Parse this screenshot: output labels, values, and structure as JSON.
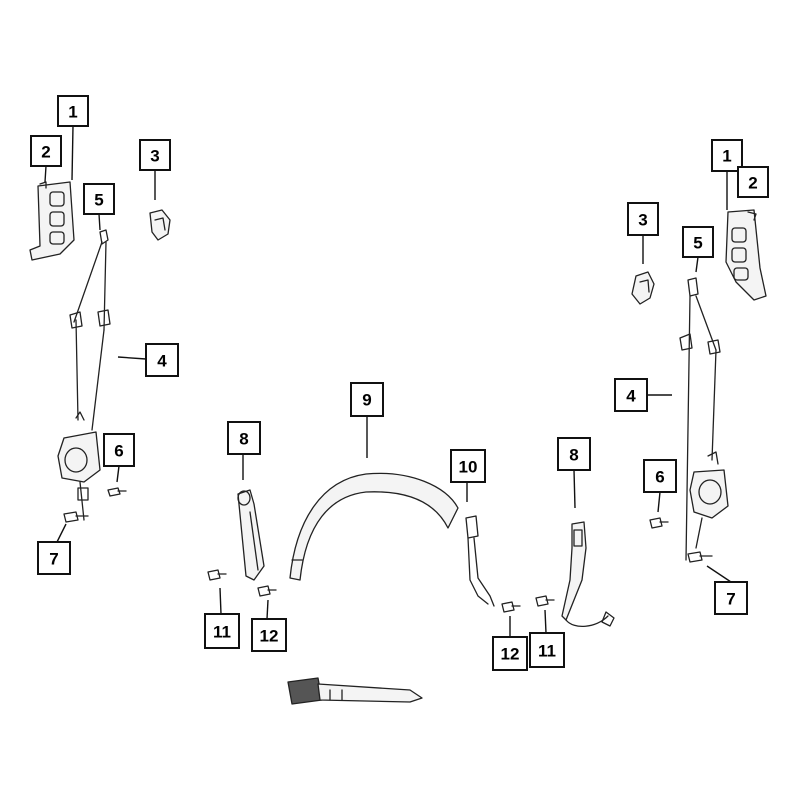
{
  "callouts": [
    {
      "id": "c1-left",
      "label": "1"
    },
    {
      "id": "c2-left",
      "label": "2"
    },
    {
      "id": "c3-left",
      "label": "3"
    },
    {
      "id": "c5-left",
      "label": "5"
    },
    {
      "id": "c4-left",
      "label": "4"
    },
    {
      "id": "c6-left",
      "label": "6"
    },
    {
      "id": "c7-left",
      "label": "7"
    },
    {
      "id": "c8-center-left",
      "label": "8"
    },
    {
      "id": "c9-center",
      "label": "9"
    },
    {
      "id": "c10-center",
      "label": "10"
    },
    {
      "id": "c8-center-right",
      "label": "8"
    },
    {
      "id": "c11-center-left",
      "label": "11"
    },
    {
      "id": "c12-center-left",
      "label": "12"
    },
    {
      "id": "c12-center-right",
      "label": "12"
    },
    {
      "id": "c11-center-right",
      "label": "11"
    },
    {
      "id": "c1-right",
      "label": "1"
    },
    {
      "id": "c2-right",
      "label": "2"
    },
    {
      "id": "c3-right",
      "label": "3"
    },
    {
      "id": "c5-right",
      "label": "5"
    },
    {
      "id": "c4-right",
      "label": "4"
    },
    {
      "id": "c6-right",
      "label": "6"
    },
    {
      "id": "c7-right",
      "label": "7"
    }
  ]
}
